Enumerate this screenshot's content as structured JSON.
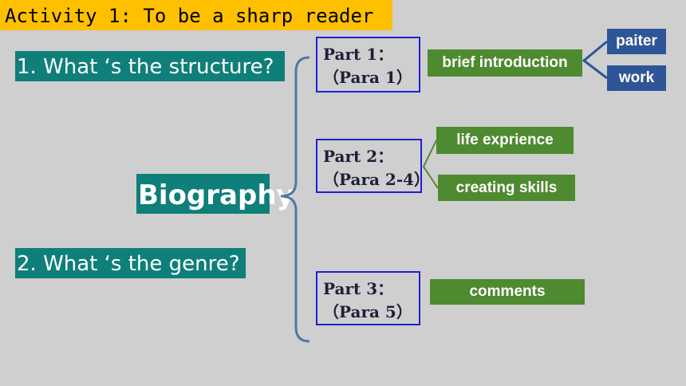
{
  "slide": {
    "title": "Activity 1: To be a sharp reader",
    "question1": "1. What ‘s the structure?",
    "question2": "2. What ‘s the genre?",
    "center_label": "Biography"
  },
  "parts": [
    {
      "name": "Part 1：",
      "paras": "（Para 1）"
    },
    {
      "name": "Part 2：",
      "paras": "（Para 2-4）"
    },
    {
      "name": "Part 3：",
      "paras": "（Para 5）"
    }
  ],
  "details": {
    "part1": "brief introduction",
    "part1_sub": [
      "paiter",
      "work"
    ],
    "part2": [
      "life exprience",
      "creating skills"
    ],
    "part3": "comments"
  },
  "colors": {
    "title_bg": "#ffc000",
    "teal": "#0f7f7a",
    "green": "#4e8a2f",
    "blue_box": "#2e5597",
    "bracket": "#4f78a8",
    "part_border": "#1f1fd6"
  }
}
